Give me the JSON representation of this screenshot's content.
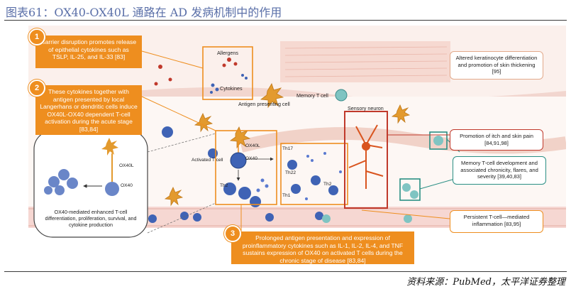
{
  "title": "图表61：OX40-OX40L 通路在 AD 发病机制中的作用",
  "source": "资料来源：PubMed，太平洋证券整理",
  "steps": [
    {
      "number": "1",
      "text": "Barrier disruption promotes release of epithelial cytokines such as TSLP, IL-25, and IL-33 [83]"
    },
    {
      "number": "2",
      "text": "These cytokines together with antigen presented by local Langerhans or dendritic cells induce OX40L-OX40 dependent T-cell activation during the acute stage [83,84]"
    },
    {
      "number": "3",
      "text": "Prolonged antigen presentation and expression of proinflammatory cytokines such as IL-1, IL-2, IL-4, and TNF sustains expression of OX40 on activated T cells during the chronic stage of disease [83,84]"
    }
  ],
  "outcomes": [
    {
      "text": "Altered keratinocyte differentiation and promotion of skin thickening [95]"
    },
    {
      "text": "Promotion of itch and skin pain [84,91,98]"
    },
    {
      "text": "Memory T-cell development and associated chronicity, flares, and severity [39,40,83]"
    },
    {
      "text": "Persistent T-cell—mediated inflammation [83,95]"
    }
  ],
  "labels": {
    "allergens": "Allergens",
    "cytokines": "Cytokines",
    "antigen_presenting_cell": "Antigen presenting cell",
    "memory_t_cell": "Memory T cell",
    "sensory_neuron": "Sensory neuron",
    "ox40l_top": "OX40L",
    "ox40_top": "OX40",
    "activated_t_cell": "Activated T cell",
    "th2_left": "Th2",
    "th17": "Th17",
    "th22": "Th22",
    "th1": "Th1",
    "th2_right": "Th2",
    "inset_ox40l": "OX40L",
    "inset_ox40": "OX40",
    "inset_caption": "OX40-mediated enhanced T-cell differentiation, proliferation, survival, and cytokine production"
  },
  "colors": {
    "orange": "#ee8e1f",
    "red_outline": "#c0392b",
    "teal_outline": "#2a8f84",
    "t_cell_blue": "#3f63b5",
    "skin_pink": "#f6dcd5"
  }
}
